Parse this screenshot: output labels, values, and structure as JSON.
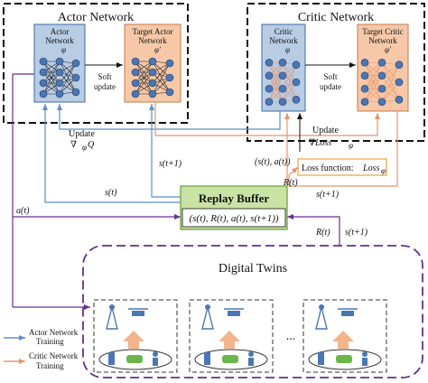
{
  "actor_panel": {
    "title": "Actor Network",
    "actor_box": {
      "label_line1": "Actor",
      "label_line2": "Network",
      "param": "φ"
    },
    "target_box": {
      "label_line1": "Target Actor",
      "label_line2": "Network",
      "param": "φ'"
    },
    "soft_update_line1": "Soft",
    "soft_update_line2": "update"
  },
  "critic_panel": {
    "title": "Critic Network",
    "critic_box": {
      "label_line1": "Critic",
      "label_line2": "Network",
      "param": "φ"
    },
    "target_box": {
      "label_line1": "Target Critic",
      "label_line2": "Network",
      "param": "φ'"
    },
    "soft_update_line1": "Soft",
    "soft_update_line2": "update"
  },
  "labels": {
    "update_left": "Update",
    "grad_q": "∇",
    "grad_q_rest": "Q",
    "grad_q_sub": "φ",
    "update_right": "Update",
    "grad_loss": "∇Loss",
    "grad_loss_sub": "φ",
    "s_t1_top": "s(t+1)",
    "s_a_top": "(s(t), a(t))",
    "r_t": "R(t)",
    "s_t": "s(t)",
    "s_t1_mid": "s(t+1)",
    "a_t": "a(t)",
    "r_t_lower": "R(t)",
    "s_t1_lower": "s(t+1)",
    "loss_function": "Loss function: ",
    "loss_symbol": "Loss",
    "loss_sub": "φ"
  },
  "replay_buffer": {
    "title": "Replay Buffer",
    "tuple": "(s(t), R(t), a(t), s(t+1))"
  },
  "digital_twins": {
    "title": "Digital Twins",
    "ellipsis": "..."
  },
  "legend": {
    "actor_line1": "Actor Network",
    "actor_line2": "Training",
    "critic_line1": "Critic Network",
    "critic_line2": "Training"
  },
  "colors": {
    "actor_blue_fill": "#b8cce4",
    "target_orange_fill": "#f6c8a8",
    "blue_arrow": "#5b8fc9",
    "orange_arrow": "#e8956a",
    "purple": "#6a2c91",
    "green_fill": "#c9e3a5",
    "green_border": "#6b9a3a",
    "loss_border": "#e8a33c",
    "node_blue": "#4a77b4"
  }
}
